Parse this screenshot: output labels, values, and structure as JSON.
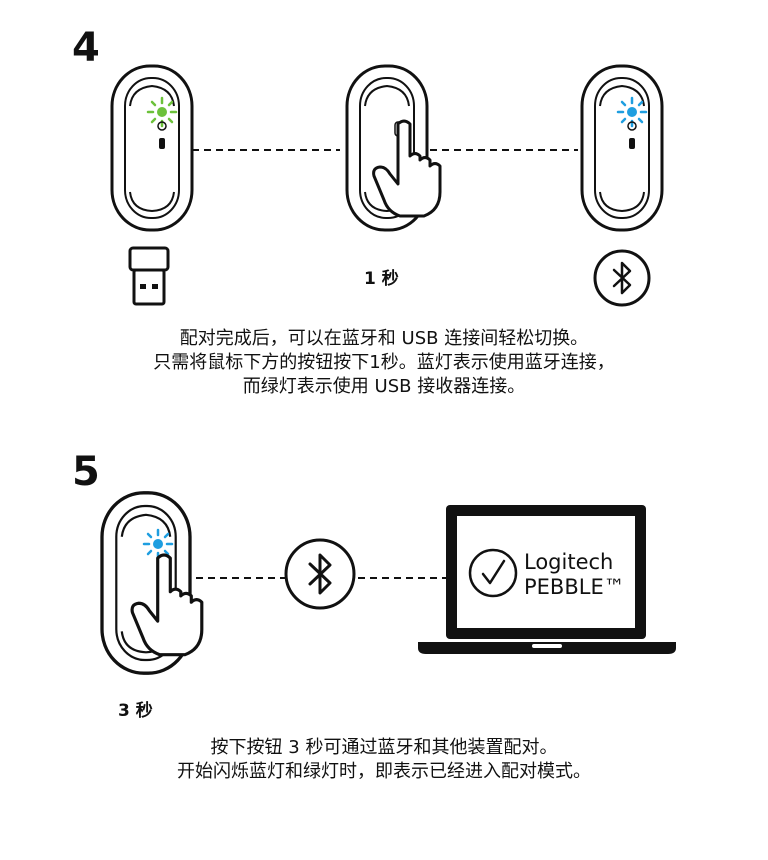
{
  "step4": {
    "number": "4",
    "hold_label": "1 秒",
    "description": [
      "配对完成后，可以在蓝牙和 USB 连接间轻松切换。",
      "只需将鼠标下方的按钮按下1秒。蓝灯表示使用蓝牙连接，",
      "而绿灯表示使用 USB 接收器连接。"
    ]
  },
  "step5": {
    "number": "5",
    "hold_label": "3 秒",
    "logo": {
      "line1": "Logitech",
      "line2": "PEBBLE™"
    },
    "description": [
      "按下按钮 3 秒可通过蓝牙和其他装置配对。",
      "开始闪烁蓝灯和绿灯时，即表示已经进入配对模式。"
    ]
  },
  "colors": {
    "green_led": "#6cc13a",
    "blue_led": "#1e9ee0",
    "ink": "#111111"
  },
  "icons": [
    "mouse-icon",
    "usb-receiver-icon",
    "bluetooth-icon",
    "hand-press-icon",
    "laptop-icon",
    "checkmark-icon"
  ]
}
